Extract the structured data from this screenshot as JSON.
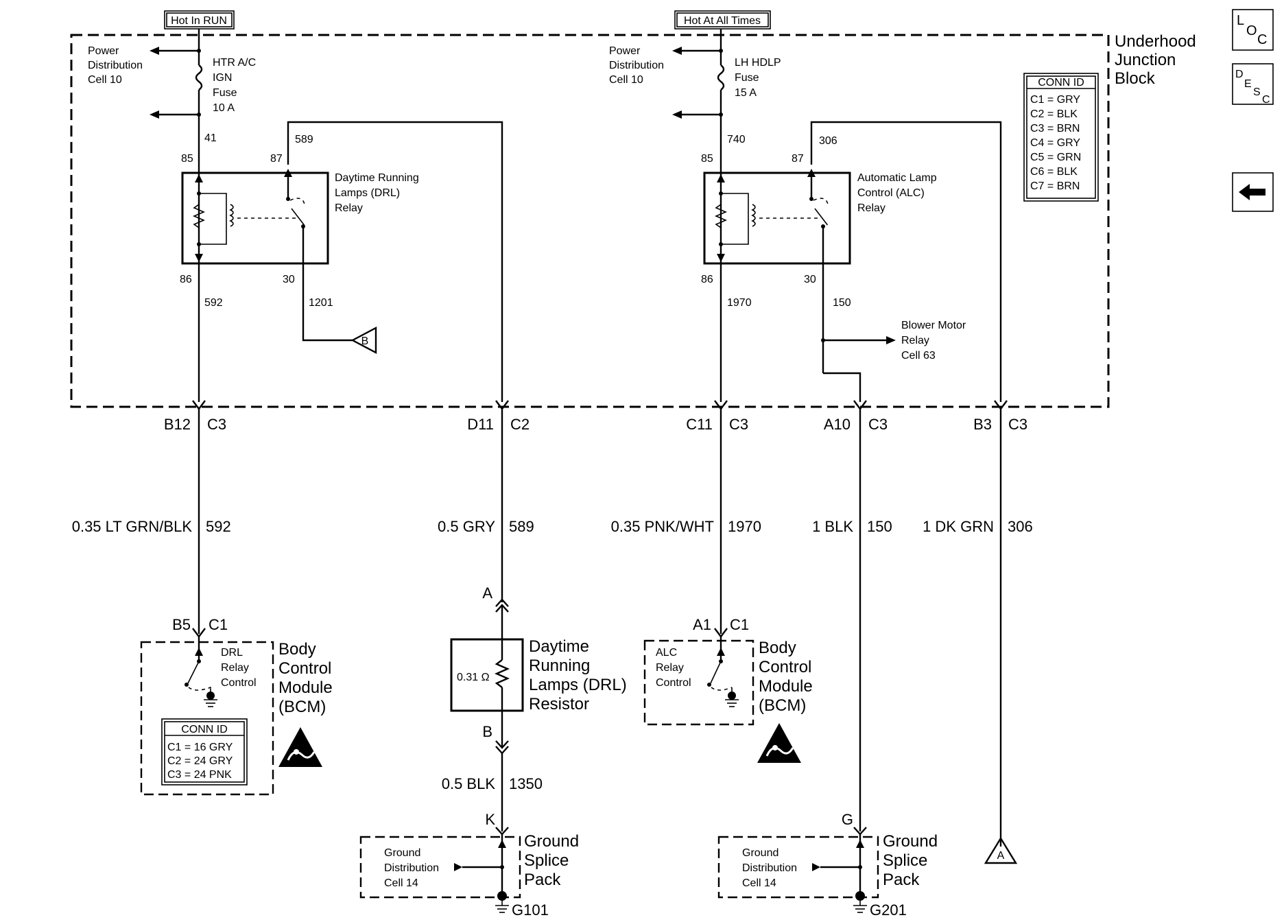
{
  "header": {
    "hot_in_run": "Hot In RUN",
    "hot_at_all_times": "Hot At All Times"
  },
  "junction_block": {
    "l1": "Underhood",
    "l2": "Junction",
    "l3": "Block"
  },
  "nav_icons": {
    "loc": "LOC",
    "desc": "DESC",
    "back": "back-arrow"
  },
  "conn_id_ujb": {
    "title": "CONN ID",
    "rows": [
      "C1 = GRY",
      "C2 = BLK",
      "C3 = BRN",
      "C4 = GRY",
      "C5 = GRN",
      "C6 = BLK",
      "C7 = BRN"
    ]
  },
  "left_section": {
    "power_dist": [
      "Power",
      "Distribution",
      "Cell 10"
    ],
    "fuse": [
      "HTR A/C",
      "IGN",
      "Fuse",
      "10 A"
    ],
    "wire_41": "41",
    "wire_589": "589",
    "pin_85": "85",
    "pin_87": "87",
    "pin_86": "86",
    "pin_30": "30",
    "wire_592": "592",
    "wire_1201": "1201",
    "relay": [
      "Daytime Running",
      "Lamps (DRL)",
      "Relay"
    ],
    "flag_b": "B"
  },
  "right_section": {
    "power_dist": [
      "Power",
      "Distribution",
      "Cell 10"
    ],
    "fuse": [
      "LH HDLP",
      "Fuse",
      "15 A"
    ],
    "wire_740": "740",
    "wire_306": "306",
    "pin_85": "85",
    "pin_87": "87",
    "pin_86": "86",
    "pin_30": "30",
    "wire_1970": "1970",
    "wire_150": "150",
    "relay": [
      "Automatic Lamp",
      "Control (ALC)",
      "Relay"
    ],
    "blower": [
      "Blower Motor",
      "Relay",
      "Cell 63"
    ]
  },
  "connectors": [
    {
      "pin": "B12",
      "conn": "C3"
    },
    {
      "pin": "D11",
      "conn": "C2"
    },
    {
      "pin": "C11",
      "conn": "C3"
    },
    {
      "pin": "A10",
      "conn": "C3"
    },
    {
      "pin": "B3",
      "conn": "C3"
    }
  ],
  "wires": [
    {
      "gauge": "0.35 LT GRN/BLK",
      "circuit": "592"
    },
    {
      "gauge": "0.5 GRY",
      "circuit": "589"
    },
    {
      "gauge": "0.35 PNK/WHT",
      "circuit": "1970"
    },
    {
      "gauge": "1 BLK",
      "circuit": "150"
    },
    {
      "gauge": "1 DK GRN",
      "circuit": "306"
    }
  ],
  "bcm_left": {
    "pin": "B5",
    "conn": "C1",
    "switch_label": [
      "DRL",
      "Relay",
      "Control"
    ],
    "name": [
      "Body",
      "Control",
      "Module",
      "(BCM)"
    ],
    "conn_id": {
      "title": "CONN ID",
      "rows": [
        "C1 = 16 GRY",
        "C2 = 24 GRY",
        "C3 = 24 PNK"
      ]
    }
  },
  "resistor": {
    "pin_a": "A",
    "pin_b": "B",
    "value": "0.31 Ω",
    "name": [
      "Daytime",
      "Running",
      "Lamps (DRL)",
      "Resistor"
    ]
  },
  "wire_1350": {
    "gauge": "0.5 BLK",
    "circuit": "1350"
  },
  "bcm_right": {
    "pin": "A1",
    "conn": "C1",
    "switch_label": [
      "ALC",
      "Relay",
      "Control"
    ],
    "name": [
      "Body",
      "Control",
      "Module",
      "(BCM)"
    ]
  },
  "splice_left": {
    "pin": "K",
    "gd": [
      "Ground",
      "Distribution",
      "Cell 14"
    ],
    "name": [
      "Ground",
      "Splice",
      "Pack"
    ],
    "ground": "G101"
  },
  "splice_right": {
    "pin": "G",
    "gd": [
      "Ground",
      "Distribution",
      "Cell 14"
    ],
    "name": [
      "Ground",
      "Splice",
      "Pack"
    ],
    "ground": "G201"
  },
  "flag_a": "A"
}
